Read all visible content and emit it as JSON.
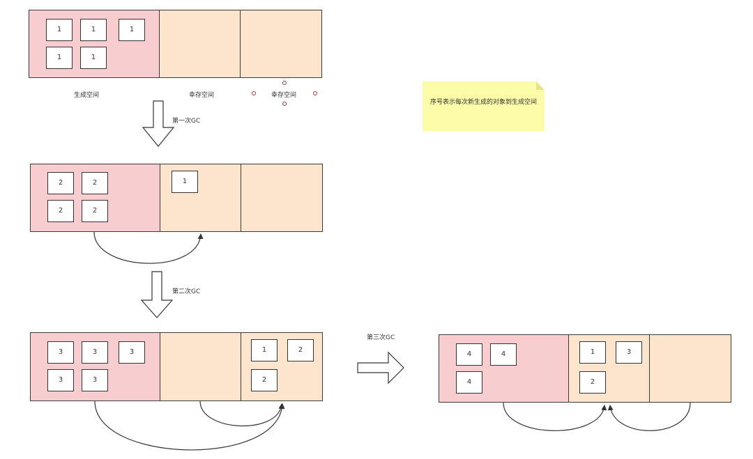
{
  "labels": {
    "eden": "生成空间",
    "survivor_1": "幸存空间",
    "survivor_2": "幸存空间"
  },
  "note": "序号表示每次新生成的对象到生成空间",
  "gc_steps": {
    "first": "第一次GC",
    "second": "第二次GC",
    "third": "第三次GC"
  },
  "stages": [
    {
      "eden_objects": [
        "1",
        "1",
        "1",
        "1",
        "1"
      ],
      "survivor_a_objects": [],
      "survivor_b_objects": []
    },
    {
      "eden_objects": [
        "2",
        "2",
        "2",
        "2"
      ],
      "survivor_a_objects": [
        "1"
      ],
      "survivor_b_objects": []
    },
    {
      "eden_objects": [
        "3",
        "3",
        "3",
        "3",
        "3"
      ],
      "survivor_a_objects": [],
      "survivor_b_objects": [
        "1",
        "2",
        "2"
      ]
    },
    {
      "eden_objects": [
        "4",
        "4",
        "4"
      ],
      "survivor_a_objects": [
        "1",
        "3",
        "2"
      ],
      "survivor_b_objects": []
    }
  ],
  "colors": {
    "eden": "#f7cdd0",
    "survivor": "#fce5cc",
    "note": "#fdfca8",
    "stroke": "#3a3a3a"
  }
}
